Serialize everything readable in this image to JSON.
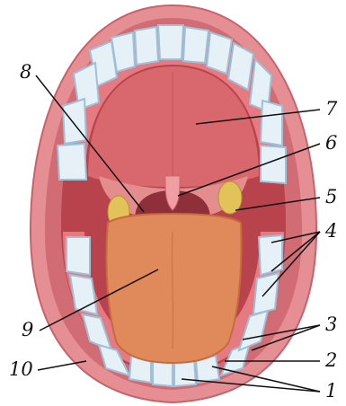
{
  "labels": {
    "l1": "1",
    "l2": "2",
    "l3": "3",
    "l4": "4",
    "l5": "5",
    "l6": "6",
    "l7": "7",
    "l8": "8",
    "l9": "9",
    "l10": "10"
  },
  "colors": {
    "lip": "#e58f95",
    "lip_edge": "#c9616b",
    "cavity_dark": "#b8434c",
    "palate": "#d9686e",
    "gum": "#e67a83",
    "tooth": "#e6f1f7",
    "tooth_shade": "#9fc0d6",
    "tongue": "#e0895b",
    "tongue_shade": "#c86a40",
    "tonsil": "#e2c35a",
    "leader_line": "#111111"
  }
}
